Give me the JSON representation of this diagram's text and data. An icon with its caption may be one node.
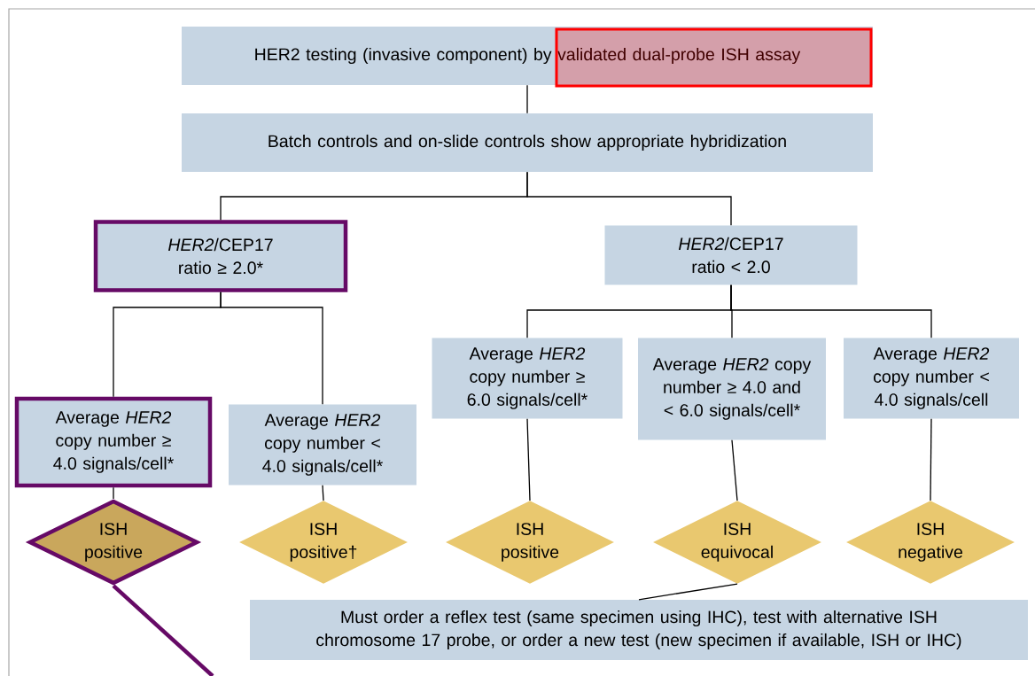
{
  "diagram": {
    "nodes": [
      {
        "text": [
          "HER2 testing (invasive component) by validated dual-probe ISH assay"
        ]
      },
      {
        "text": [
          "Batch controls and on-slide controls show appropriate hybridization"
        ]
      },
      {
        "text": [
          "*HER2*/CEP17 ratio ≥ 2.0*"
        ]
      },
      {
        "text": [
          "*HER2*/CEP17 ratio < 2.0"
        ]
      },
      {
        "text": [
          "Average *HER2* copy number ≥ 4.0 signals/cell*"
        ]
      },
      {
        "text": [
          "Average *HER2* copy number < 4.0 signals/cell*"
        ]
      },
      {
        "text": [
          "Average *HER2* copy number ≥ 6.0 signals/cell*"
        ]
      },
      {
        "text": [
          "Average *HER2* copy number ≥ 4.0 and < 6.0 signals/cell*"
        ]
      },
      {
        "text": [
          "Average *HER2* copy number < 4.0 signals/cell"
        ]
      },
      {
        "text": [
          "ISH positive"
        ]
      },
      {
        "text": [
          "ISH positive†"
        ]
      },
      {
        "text": [
          "ISH positive"
        ]
      },
      {
        "text": [
          "ISH equivocal"
        ]
      },
      {
        "text": [
          "ISH negative"
        ]
      },
      {
        "text": [
          "Must order a reflex test (same specimen using IHC), test with alternative ISH chromosome 17 probe, or order a new test (new specimen if available, ISH or IHC)"
        ]
      }
    ],
    "edges": [
      {
        "from": 0,
        "to": 1,
        "arrow": "none"
      },
      {
        "from": 1,
        "to": 2,
        "arrow": "none"
      },
      {
        "from": 1,
        "to": 3,
        "arrow": "none"
      },
      {
        "from": 2,
        "to": 4,
        "arrow": "none"
      },
      {
        "from": 2,
        "to": 5,
        "arrow": "none"
      },
      {
        "from": 3,
        "to": 6,
        "arrow": "none"
      },
      {
        "from": 3,
        "to": 7,
        "arrow": "none"
      },
      {
        "from": 3,
        "to": 8,
        "arrow": "none"
      },
      {
        "from": 4,
        "to": 9,
        "arrow": "none"
      },
      {
        "from": 5,
        "to": 10,
        "arrow": "none"
      },
      {
        "from": 6,
        "to": 11,
        "arrow": "none"
      },
      {
        "from": 7,
        "to": 12,
        "arrow": "none"
      },
      {
        "from": 8,
        "to": 13,
        "arrow": "none"
      },
      {
        "from": 12,
        "to": 14,
        "arrow": "none"
      },
      {
        "from": 9,
        "to": null,
        "arrow": "none",
        "style": "thick",
        "color": "#660a66"
      }
    ]
  }
}
